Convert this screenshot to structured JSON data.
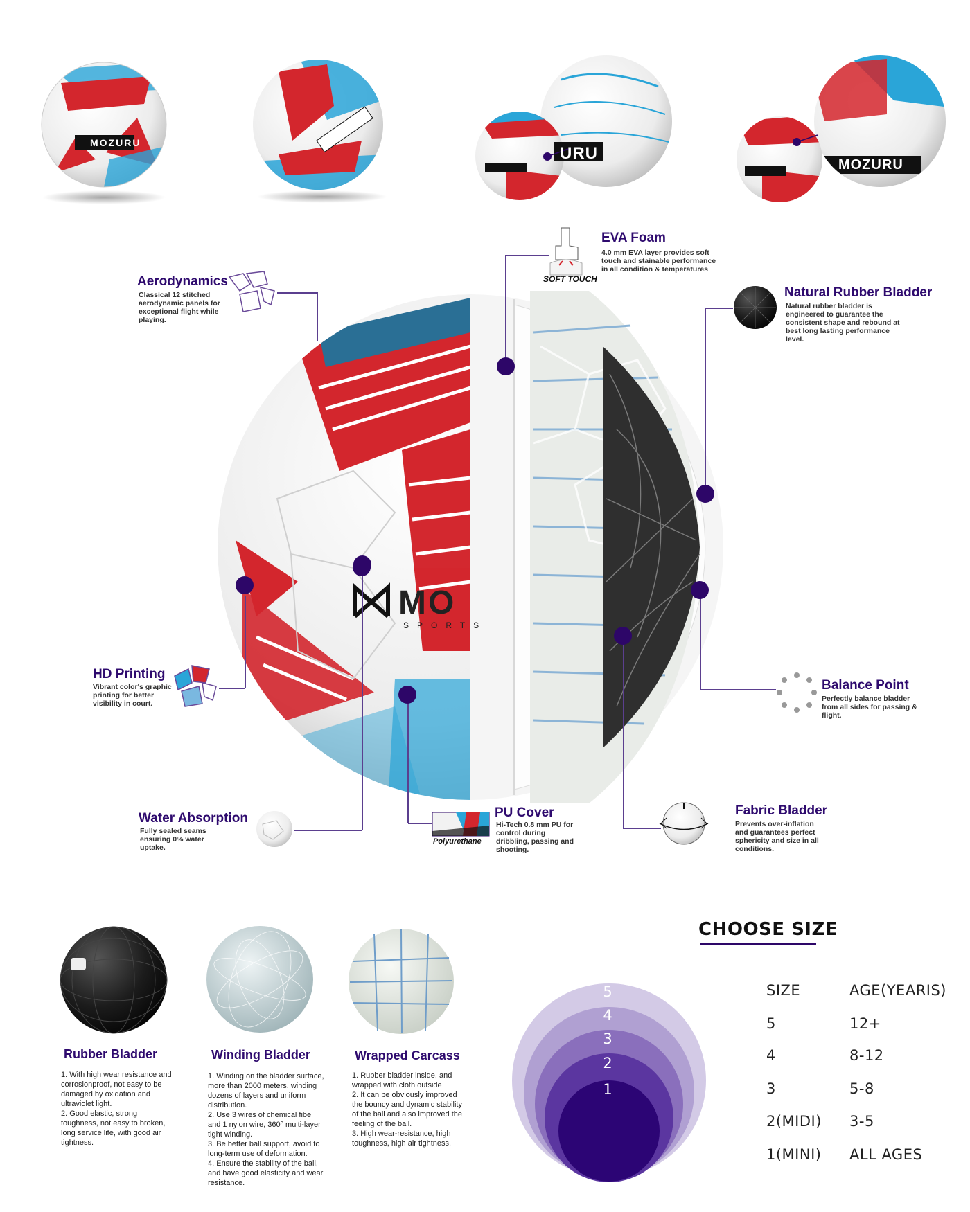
{
  "brand": {
    "logo_text": "MOZURU",
    "logo_text_cut": "MO",
    "tagline": "SPORTS"
  },
  "features": {
    "aerodynamics": {
      "title": "Aerodynamics",
      "desc": "Classical 12 stitched aerodynamic panels for exceptional flight while playing."
    },
    "hd_printing": {
      "title": "HD Printing",
      "desc": "Vibrant color's graphic printing for better visibility in court."
    },
    "water_absorption": {
      "title": "Water Absorption",
      "desc": "Fully sealed seams ensuring 0% water uptake."
    },
    "pu_cover": {
      "title": "PU Cover",
      "desc": "Hi-Tech 0.8 mm PU for control during dribbling, passing and shooting.",
      "icon_label": "Polyurethane"
    },
    "eva_foam": {
      "title": "EVA Foam",
      "desc": "4.0 mm EVA layer provides soft touch and stainable performance in all condition & temperatures",
      "icon_label": "SOFT TOUCH"
    },
    "natural_rubber": {
      "title": "Natural Rubber Bladder",
      "desc": "Natural rubber bladder is engineered to guarantee the consistent shape and rebound at best long lasting performance level."
    },
    "balance_point": {
      "title": "Balance Point",
      "desc": "Perfectly balance bladder from all sides for passing & flight."
    },
    "fabric_bladder": {
      "title": "Fabric Bladder",
      "desc": "Prevents over-inflation and guarantees perfect sphericity and size in all conditions."
    }
  },
  "bladders": [
    {
      "title": "Rubber Bladder",
      "desc": "1. With high wear resistance and corrosionproof, not easy to be damaged by oxidation and ultraviolet light.\n2. Good elastic, strong toughness, not easy to broken, long service life, with good air tightness."
    },
    {
      "title": "Winding Bladder",
      "desc": "1. Winding on the bladder surface, more than 2000 meters, winding dozens of layers and uniform distribution.\n2. Use 3 wires of chemical fibe and 1 nylon wire, 360° multi-layer tight winding.\n3. Be better ball support, avoid to long-term use of deformation.\n4. Ensure the stability of the ball, and have good elasticity and wear resistance."
    },
    {
      "title": "Wrapped Carcass",
      "desc": "1. Rubber bladder inside, and wrapped with cloth outside\n2. It can be obviously improved the bouncy and dynamic stability of the ball and also improved the feeling of the ball.\n3. High wear-resistance, high toughness, high air tightness."
    }
  ],
  "size_chart": {
    "title": "CHOOSE SIZE",
    "headers": [
      "SIZE",
      "AGE(YEARIS)"
    ],
    "rows": [
      {
        "size": "5",
        "age": "12+"
      },
      {
        "size": "4",
        "age": "8-12"
      },
      {
        "size": "3",
        "age": "5-8"
      },
      {
        "size": "2(MIDI)",
        "age": "3-5"
      },
      {
        "size": "1(MINI)",
        "age": "ALL AGES"
      }
    ],
    "circle_labels": [
      "5",
      "4",
      "3",
      "2",
      "1"
    ],
    "circle_colors": [
      "#d3cae6",
      "#b0a0d2",
      "#8a6fbc",
      "#5b36a0",
      "#2c0575"
    ]
  },
  "colors": {
    "accent": "#2e0a6e",
    "dot": "#2d0668",
    "red": "#d3262d",
    "blue": "#2aa5d8"
  }
}
